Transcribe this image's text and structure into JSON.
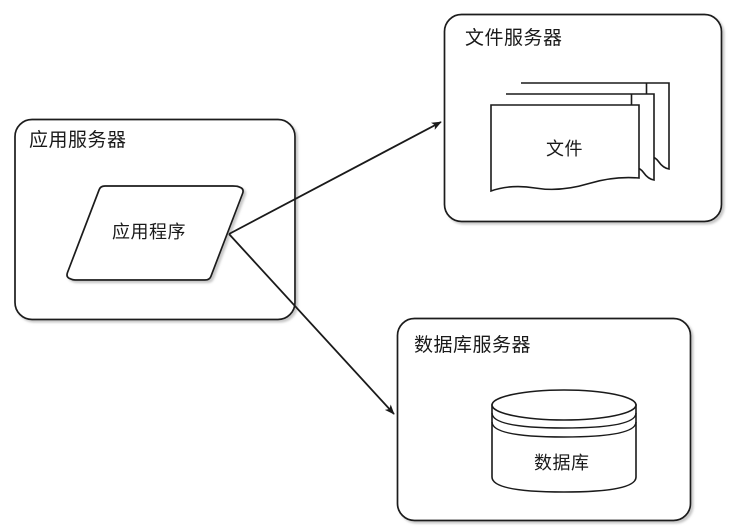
{
  "diagram": {
    "type": "deployment-architecture",
    "background_color": "#ffffff",
    "stroke_color": "#1a1a1a",
    "fill_color": "#ffffff",
    "nodes": [
      {
        "id": "app-server",
        "label": "应用服务器",
        "shape": "rounded-rectangle",
        "role": "container"
      },
      {
        "id": "app-program",
        "label": "应用程序",
        "shape": "parallelogram",
        "role": "component",
        "parent": "app-server"
      },
      {
        "id": "file-server",
        "label": "文件服务器",
        "shape": "rounded-rectangle",
        "role": "container"
      },
      {
        "id": "file",
        "label": "文件",
        "shape": "multi-document",
        "role": "artifact",
        "parent": "file-server"
      },
      {
        "id": "db-server",
        "label": "数据库服务器",
        "shape": "rounded-rectangle",
        "role": "container"
      },
      {
        "id": "database",
        "label": "数据库",
        "shape": "cylinder",
        "role": "datastore",
        "parent": "db-server"
      }
    ],
    "edges": [
      {
        "id": "edge-app-to-file",
        "from": "app-program",
        "to": "file-server",
        "label": "",
        "arrowhead": "filled-triangle",
        "direction": "up-right"
      },
      {
        "id": "edge-app-to-db",
        "from": "app-program",
        "to": "db-server",
        "label": "",
        "arrowhead": "filled-triangle",
        "direction": "down-right"
      }
    ]
  }
}
